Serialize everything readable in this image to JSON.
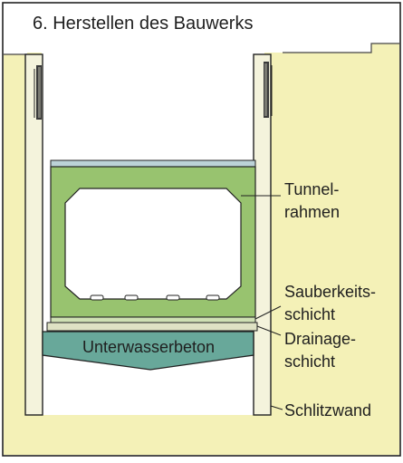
{
  "title": "6. Herstellen des Bauwerks",
  "labels": {
    "tunnel_line1": "Tunnel-",
    "tunnel_line2": "rahmen",
    "sauber_line1": "Sauberkeits-",
    "sauber_line2": "schicht",
    "drain_line1": "Drainage-",
    "drain_line2": "schicht",
    "schlitzwand": "Schlitzwand",
    "unterwasserbeton": "Unterwasserbeton"
  },
  "colors": {
    "soil": "#f4f1b7",
    "wall": "#f4f3dc",
    "tunnel": "#98c36f",
    "tunnel_inner": "#ffffff",
    "concrete": "#68a89a",
    "drainage": "#dfe2c4",
    "top_slab": "#bcd2d7",
    "outline": "#222222"
  },
  "icons": {
    "sheet_pile_left": "sheet-pile",
    "sheet_pile_right": "sheet-pile"
  }
}
